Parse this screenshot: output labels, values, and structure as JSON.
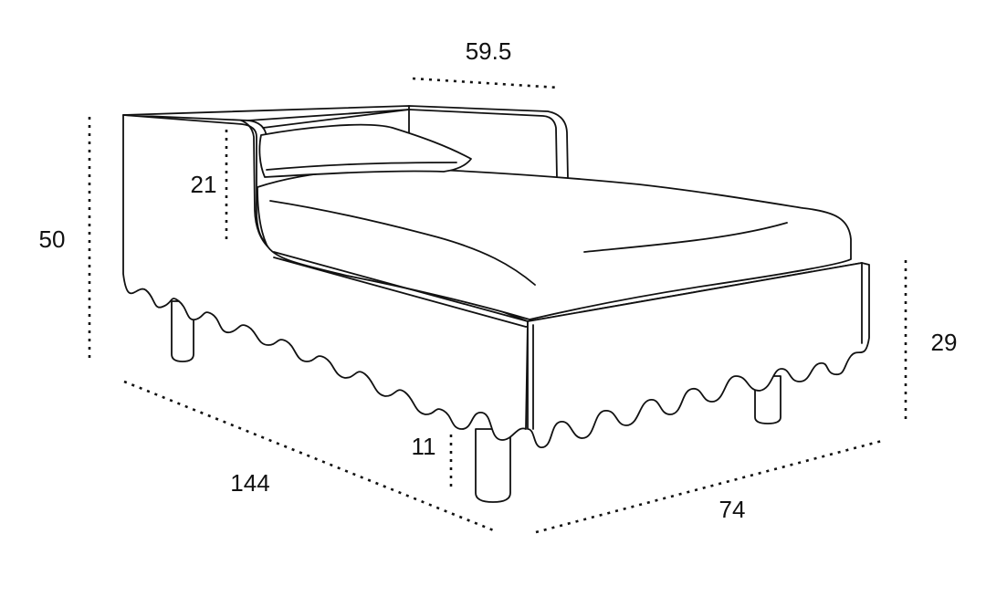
{
  "dimensions": {
    "headboard_width": "59.5",
    "total_height": "50",
    "side_rail_height": "21",
    "footboard_height": "29",
    "leg_height": "11",
    "length": "144",
    "width": "74"
  },
  "colors": {
    "line": "#111111",
    "background": "#ffffff"
  }
}
